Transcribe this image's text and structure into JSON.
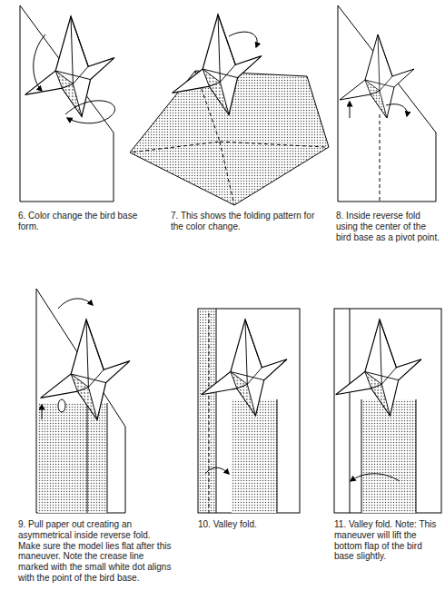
{
  "diagram": {
    "labels": [
      "6. Color change the bird base form.",
      "7. This shows the folding pattern for the color change.",
      "8. Inside reverse fold using the center of the bird base as a pivot point.",
      "9. Pull paper out creating an asymmetrical inside reverse fold. Make sure the model lies flat after this maneuver. Note the crease line marked with the small white dot aligns with the point of the bird base.",
      "10. Valley fold.",
      "11. Valley fold. Note: This maneuver will lift the bottom flap of the bird base slightly."
    ]
  }
}
